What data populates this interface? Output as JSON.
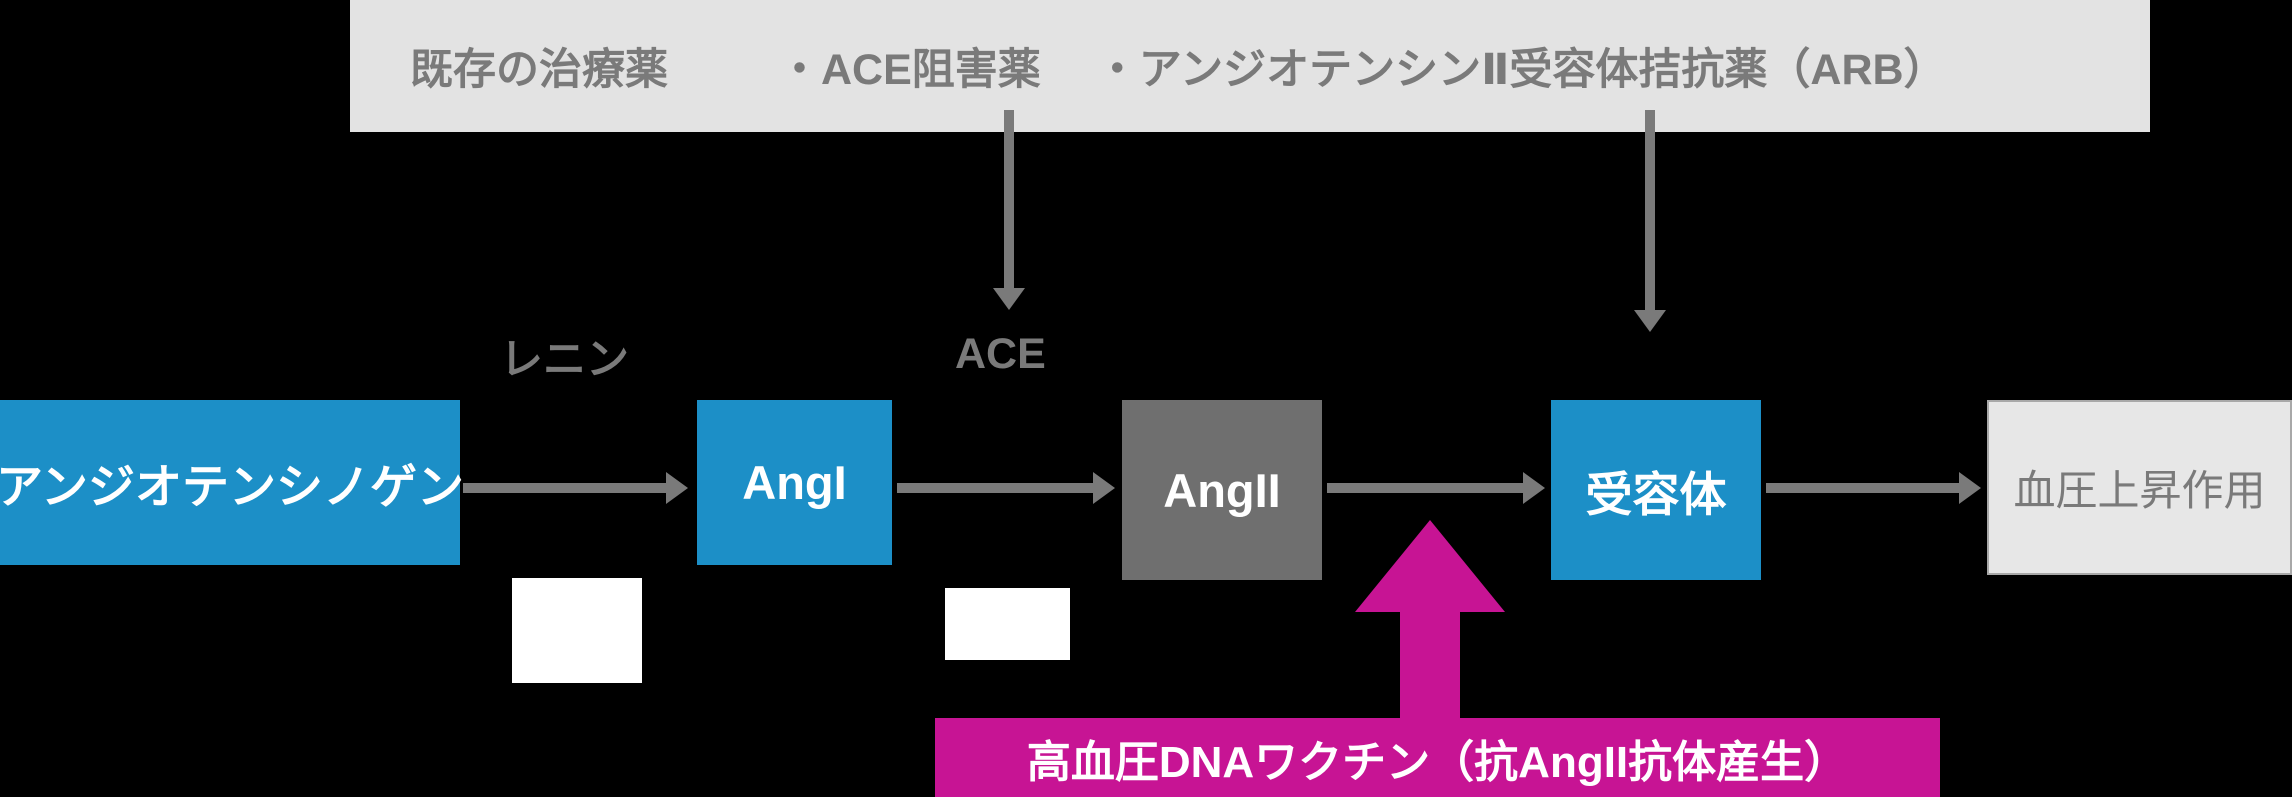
{
  "banner": {
    "segments": [
      "既存の治療薬",
      "・ACE阻害薬",
      "・アンジオテンシンⅡ受容体拮抗薬（ARB）"
    ]
  },
  "flow": {
    "boxes": [
      {
        "id": "angiotensinogen",
        "label": "アンジオテンシノゲン",
        "fill": "#1C8FC7",
        "text_color": "#FFFFFF"
      },
      {
        "id": "ang1",
        "label": "AngI",
        "fill": "#1C8FC7",
        "text_color": "#FFFFFF"
      },
      {
        "id": "ang2",
        "label": "AngII",
        "fill": "#6F6F6F",
        "text_color": "#FFFFFF"
      },
      {
        "id": "receptor",
        "label": "受容体",
        "fill": "#1C8FC7",
        "text_color": "#FFFFFF"
      },
      {
        "id": "blood_pressure",
        "label": "血圧上昇作用",
        "fill": "#E7E7E7",
        "text_color": "#7A7A7A"
      }
    ],
    "enzymes": [
      {
        "id": "renin",
        "label": "レニン"
      },
      {
        "id": "ace",
        "label": "ACE"
      }
    ]
  },
  "vaccine": {
    "label": "高血圧DNAワクチン（抗AngII抗体産生）",
    "color": "#C71494"
  },
  "colors": {
    "accent_blue": "#1C8FC7",
    "gray_box": "#6F6F6F",
    "light_box": "#E7E7E7",
    "banner_bg": "#E3E3E3",
    "label_gray": "#7A7A7A",
    "magenta": "#C71494",
    "background": "#000000"
  }
}
